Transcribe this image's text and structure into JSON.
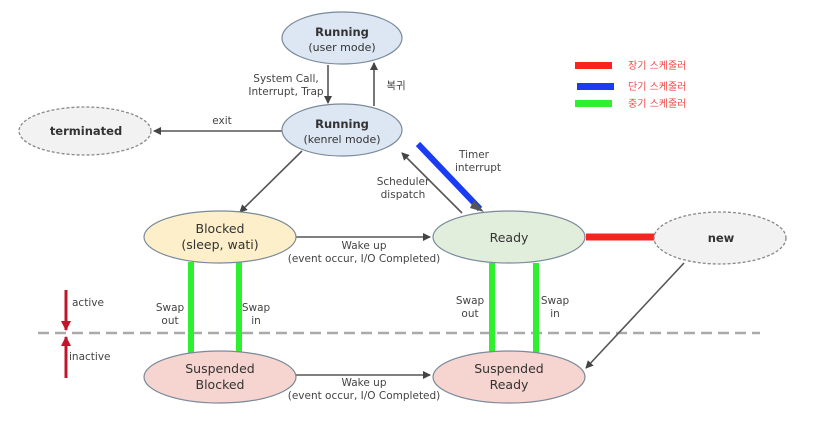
{
  "nodes": {
    "running_user": {
      "line1": "Running",
      "line2": "(user mode)"
    },
    "running_kernel": {
      "line1": "Running",
      "line2": "(kenrel mode)"
    },
    "terminated": {
      "line1": "terminated"
    },
    "blocked": {
      "line1": "Blocked",
      "line2": "(sleep, wati)"
    },
    "ready": {
      "line1": "Ready"
    },
    "new": {
      "line1": "new"
    },
    "suspended_blocked": {
      "line1": "Suspended",
      "line2": "Blocked"
    },
    "suspended_ready": {
      "line1": "Suspended",
      "line2": "Ready"
    }
  },
  "edges": {
    "syscall": {
      "line1": "System Call,",
      "line2": "Interrupt, Trap"
    },
    "return": {
      "line1": "복귀"
    },
    "exit": {
      "line1": "exit"
    },
    "timer": {
      "line1": "Timer",
      "line2": "interrupt"
    },
    "dispatch": {
      "line1": "Scheduler",
      "line2": "dispatch"
    },
    "wakeup_top": {
      "line1": "Wake up",
      "line2": "(event occur, I/O Completed)"
    },
    "wakeup_bottom": {
      "line1": "Wake up",
      "line2": "(event occur, I/O Completed)"
    },
    "swap_out_left": {
      "line1": "Swap",
      "line2": "out"
    },
    "swap_in_left": {
      "line1": "Swap",
      "line2": "in"
    },
    "swap_out_right": {
      "line1": "Swap",
      "line2": "out"
    },
    "swap_in_right": {
      "line1": "Swap",
      "line2": "in"
    }
  },
  "legend": [
    {
      "label": "장기 스케줄러",
      "color": "#f5261f"
    },
    {
      "label": "단기 스케줄러",
      "color": "#1a3cf5"
    },
    {
      "label": "중기 스케줄러",
      "color": "#2ef02e"
    }
  ],
  "zones": {
    "active": "active",
    "inactive": "inactive"
  },
  "colors": {
    "running": "#dce7f3",
    "blocked": "#fdefc9",
    "ready": "#e2eedc",
    "suspended": "#f6d4cf",
    "dashed_node": "#f2f2f2"
  }
}
